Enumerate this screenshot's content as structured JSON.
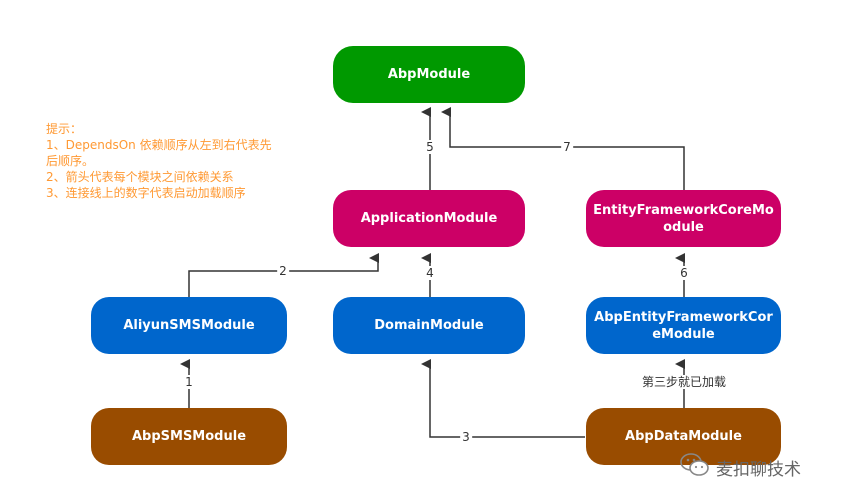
{
  "hint": {
    "lines": [
      "提示：",
      "1、DependsOn 依赖顺序从左到右代表先",
      "后顺序。",
      "2、箭头代表每个模块之间依赖关系",
      "3、连接线上的数字代表启动加载顺序"
    ]
  },
  "nodes": {
    "abp_module": "AbpModule",
    "application_module": "ApplicationModule",
    "efcore_module": "EntityFrameworkCoreMo\nodule",
    "aliyun_sms_module": "AliyunSMSModule",
    "domain_module": "DomainModule",
    "abp_efcore_module": "AbpEntityFrameworkCor\neModule",
    "abp_sms_module": "AbpSMSModule",
    "abp_data_module": "AbpDataModule"
  },
  "edges": {
    "e1": "1",
    "e2": "2",
    "e3": "3",
    "e4": "4",
    "e5": "5",
    "e6": "6",
    "e7": "7",
    "e_loaded": "第三步就已加载"
  },
  "colors": {
    "green": "#009900",
    "pink": "#cc0066",
    "blue": "#0066cc",
    "brown": "#994c00",
    "hint": "#ff9933"
  },
  "watermark": {
    "text": "麦扣聊技术",
    "icon": "wechat-icon"
  }
}
